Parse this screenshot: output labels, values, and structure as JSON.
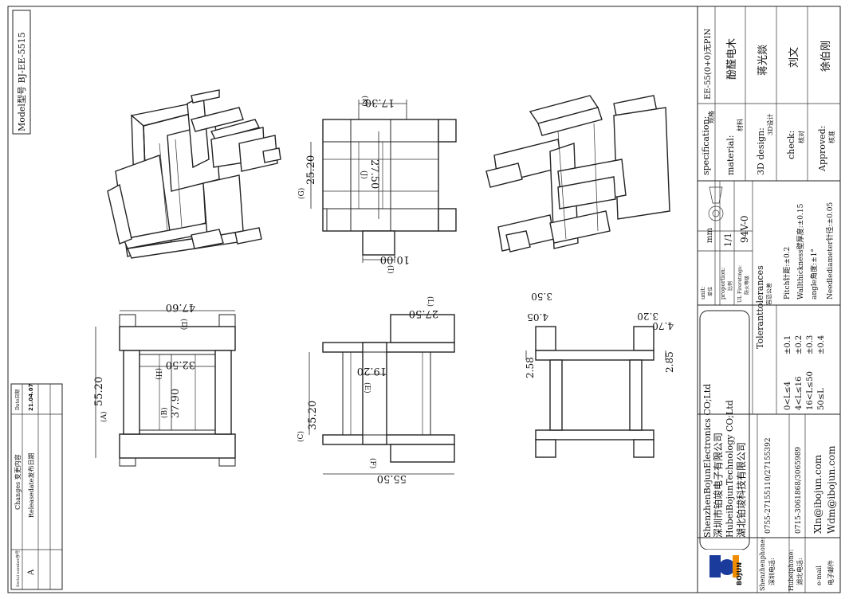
{
  "model": "Model型号 BJ-EE-5515",
  "changes": {
    "header": "Changes 变更内容",
    "date_header": "Date日期",
    "serial_header": "Serial number序号",
    "row1_serial": "A",
    "row1_text": "Releasedate发布日期",
    "row1_date": "21.04.07"
  },
  "dims": {
    "d_k": "17.30",
    "k": "(K)",
    "d_g": "25.20",
    "g": "(G)",
    "d_j": "27.50",
    "j": "(J)",
    "d_i": "10.00",
    "i": "(I)",
    "d_d": "47.60",
    "d": "(D)",
    "d_h": "32.50",
    "h": "(H)",
    "d_a": "55.20",
    "a": "(A)",
    "d_b": "37.90",
    "b": "(B)",
    "d_l": "27.50",
    "l": "(L)",
    "d_e": "19.20",
    "e": "(E)",
    "d_c": "35.20",
    "c": "(C)",
    "d_f": "55.50",
    "f": "(F)",
    "d_350": "3.50",
    "d_405": "4.05",
    "d_320": "3.20",
    "d_470": "4.70",
    "d_258": "2.58",
    "d_285": "2.85"
  },
  "title_block": {
    "spec_label": "specification:",
    "spec_cn": "规格",
    "spec_value": "EE-55(0+0)无PIN",
    "material_label": "material:",
    "material_cn": "材料",
    "material_value": "酚醛电木",
    "design_label": "3D design:",
    "design_cn": "3D设计",
    "design_value": "蒋光燚",
    "check_label": "check:",
    "check_cn": "核对",
    "check_value": "刘文",
    "approved_label": "Approved:",
    "approved_cn": "核准",
    "approved_value": "徐伯刚",
    "unit_label": "unit:",
    "unit_cn": "单位",
    "unit_value": "mm",
    "proportion_label": "proportion:",
    "proportion_cn": "比例",
    "proportion_value": "1/1",
    "ul_label": "UL Fireratings:",
    "ul_cn": "防火等级",
    "ul_value": "94V-0",
    "tol_title": "Toleranttolerances",
    "tol_cn": "容忍公差",
    "tol_rows": [
      "0<L≤4",
      "4<L≤16",
      "16<L≤50",
      "50≤L"
    ],
    "tol_vals": [
      "±0.1",
      "±0.2",
      "±0.3",
      "±0.4"
    ],
    "pitch": "Pitch针距:±0.2",
    "wall": "Wallthickness壁厚度:±0.15",
    "angle": "angle角度:±1°",
    "needle": "Needlediameter针径:±0.05"
  },
  "company": {
    "name1_en": "ShenzhenBojunElectronics CO;Ltd",
    "name1_cn": "深圳市铂竣电子有限公司",
    "name2_en": "HubeiBojunTechnology CO;Ltd",
    "name2_cn": "湖北铂竣科技有限公司",
    "sz_label": "Shenzhenphone:",
    "sz_cn": "深圳电话:",
    "sz_phone": "0755-27155110/27155392",
    "hb_label": "Hubeiphone:",
    "hb_cn": "湖北电话:",
    "hb_phone": "0715-3061868/3065989",
    "mail_label": "e-mail",
    "mail_cn": "电子邮件",
    "mail1": "Xln@ibojun.com",
    "mail2": "Wdm@ibojun.com",
    "logo_text": "BOJUN"
  }
}
